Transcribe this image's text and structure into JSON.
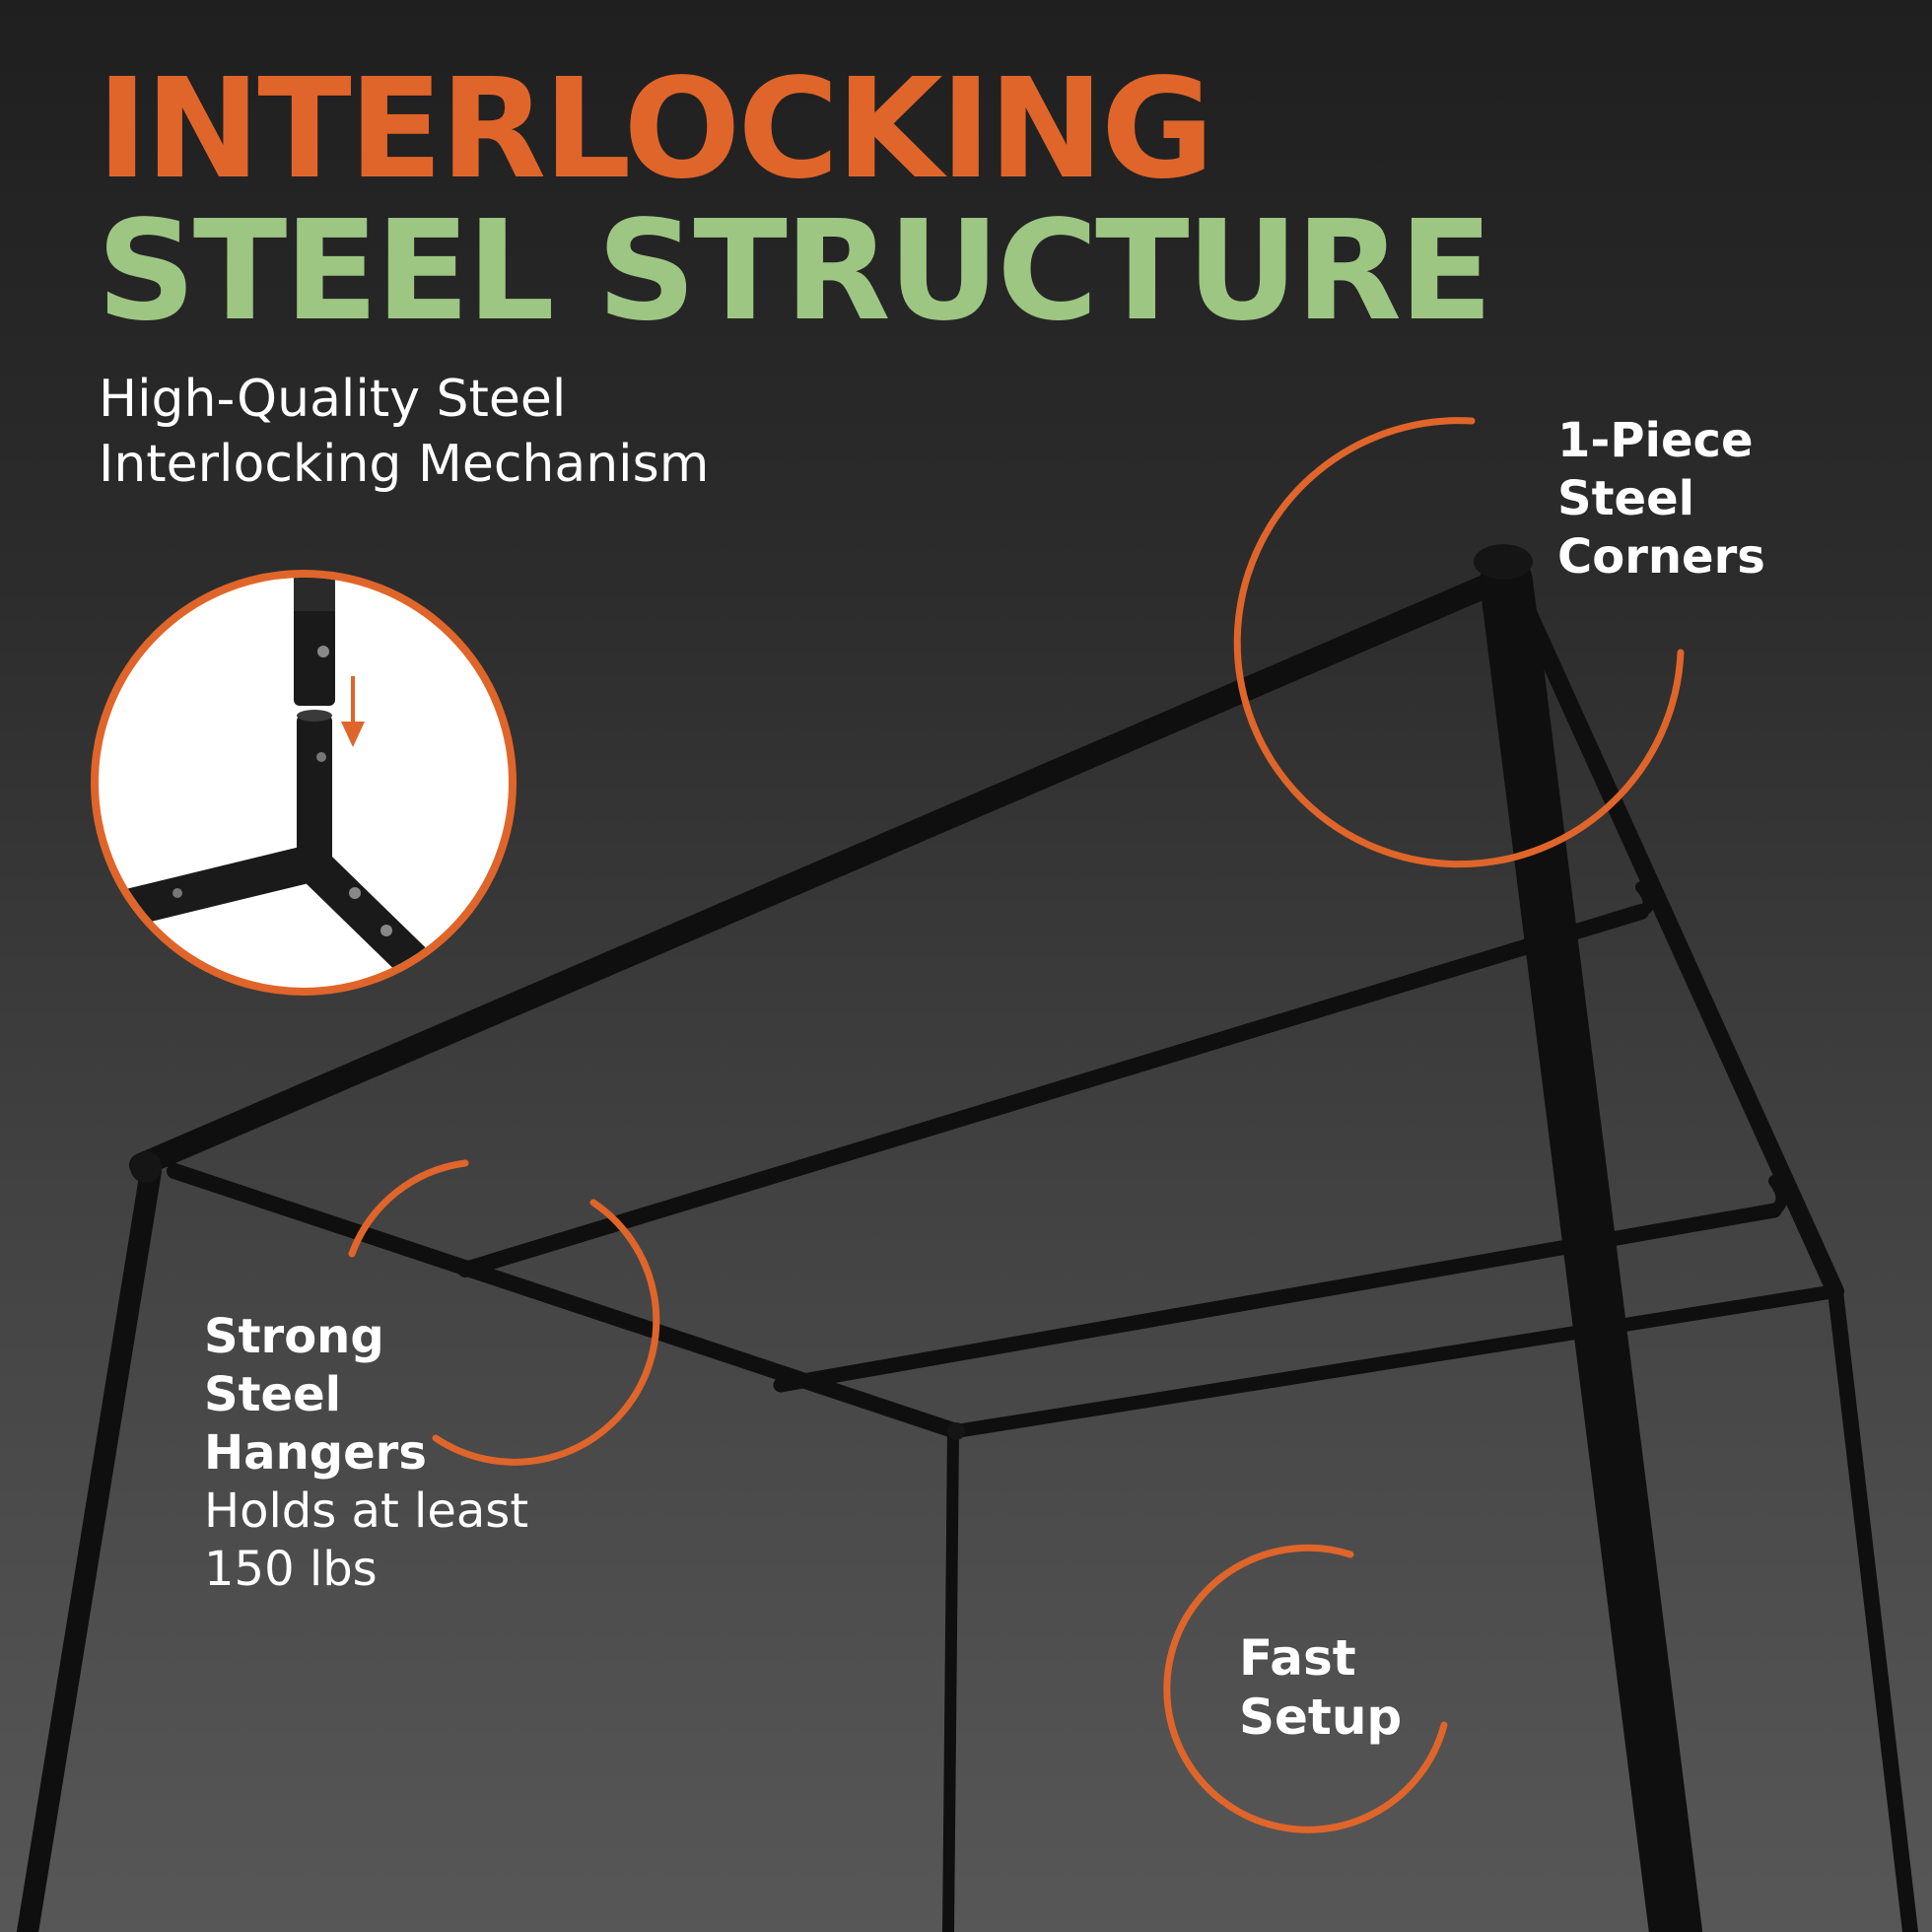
{
  "headline": {
    "line1": "INTERLOCKING",
    "line2": "STEEL STRUCTURE"
  },
  "subheadline": {
    "line1": "High-Quality Steel",
    "line2": "Interlocking Mechanism"
  },
  "callouts": {
    "corners": {
      "lines": [
        "1-Piece",
        "Steel",
        "Corners"
      ]
    },
    "hangers": {
      "lines": [
        "Strong",
        "Steel",
        "Hangers"
      ],
      "detail": [
        "Holds at least",
        "150 lbs"
      ]
    },
    "setup": {
      "lines": [
        "Fast",
        "Setup"
      ]
    }
  },
  "colors": {
    "accent_orange": "#e0652a",
    "accent_green": "#9dc683",
    "frame_black": "#0f0f0f",
    "text_white": "#ffffff"
  },
  "icons": [
    "insertion-arrow-icon"
  ]
}
